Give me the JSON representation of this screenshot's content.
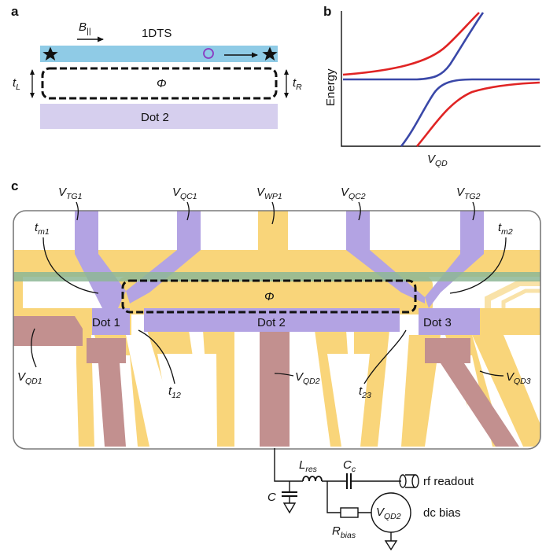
{
  "panel_a": {
    "letter": "a",
    "field_label": "B",
    "field_sub": "||",
    "wire_label": "1DTS",
    "phi": "Φ",
    "tL": "t",
    "tL_sub": "L",
    "tR": "t",
    "tR_sub": "R",
    "dot2": "Dot 2"
  },
  "panel_b": {
    "letter": "b",
    "ylabel": "Energy",
    "xlabel": "V",
    "xlabel_sub": "QD"
  },
  "panel_c": {
    "letter": "c",
    "gates": {
      "vtg1": "V",
      "vtg1_sub": "TG1",
      "vqc1": "V",
      "vqc1_sub": "QC1",
      "vwp1": "V",
      "vwp1_sub": "WP1",
      "vqc2": "V",
      "vqc2_sub": "QC2",
      "vtg2": "V",
      "vtg2_sub": "TG2",
      "vqd1": "V",
      "vqd1_sub": "QD1",
      "vqd2": "V",
      "vqd2_sub": "QD2",
      "vqd3": "V",
      "vqd3_sub": "QD3"
    },
    "couplings": {
      "tm1": "t",
      "tm1_sub": "m1",
      "tm2": "t",
      "tm2_sub": "m2",
      "t12": "t",
      "t12_sub": "12",
      "t23": "t",
      "t23_sub": "23"
    },
    "dots": {
      "dot1": "Dot 1",
      "dot2": "Dot 2",
      "dot3": "Dot 3"
    },
    "phi": "Φ",
    "circuit": {
      "lres": "L",
      "lres_sub": "res",
      "cc": "C",
      "cc_sub": "c",
      "c": "C",
      "rbias": "R",
      "rbias_sub": "bias",
      "vqd2": "V",
      "vqd2_sub": "QD2",
      "rf": "rf readout",
      "dc": "dc bias"
    }
  },
  "colors": {
    "wire_blue": "#8fcbe6",
    "dot_purple": "#d6cfee",
    "gate_yellow": "#f9d57a",
    "gate_purple": "#b3a3e3",
    "gate_mauve": "#c2908f",
    "curve_red": "#e02424",
    "curve_blue": "#3a48a8"
  }
}
